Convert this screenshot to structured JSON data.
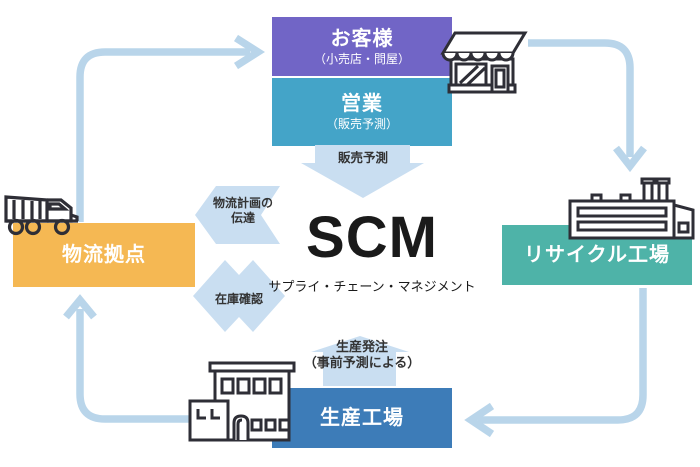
{
  "diagram": {
    "center": {
      "acronym": "SCM",
      "subtitle": "サプライ・チェーン・マネジメント"
    },
    "nodes": {
      "customer": {
        "title": "お客様",
        "subtitle": "（小売店・問屋）",
        "color": "#7165C6"
      },
      "sales": {
        "title": "営業",
        "subtitle": "（販売予測）",
        "color": "#44A4C8"
      },
      "logistics": {
        "title": "物流拠点",
        "color": "#F5B853"
      },
      "recycle": {
        "title": "リサイクル工場",
        "color": "#4EB3A8"
      },
      "production": {
        "title": "生産工場",
        "color": "#3D7CB8"
      }
    },
    "flow_labels": {
      "sales_forecast": "販売予測",
      "logistics_plan_l1": "物流計画の",
      "logistics_plan_l2": "伝達",
      "inventory_check": "在庫確認",
      "production_order_l1": "生産発注",
      "production_order_l2": "（事前予測による）"
    },
    "icons": {
      "store": "storefront-icon",
      "truck": "dump-truck-icon",
      "recycle_factory": "factory-icon",
      "production_building": "office-building-icon"
    },
    "colors": {
      "connector_blue": "#B9D5EA",
      "shape_fill_blue": "#C9DEF1",
      "label_text": "#333333",
      "icon_stroke": "#2E2E36",
      "background": "#FFFFFF"
    }
  }
}
